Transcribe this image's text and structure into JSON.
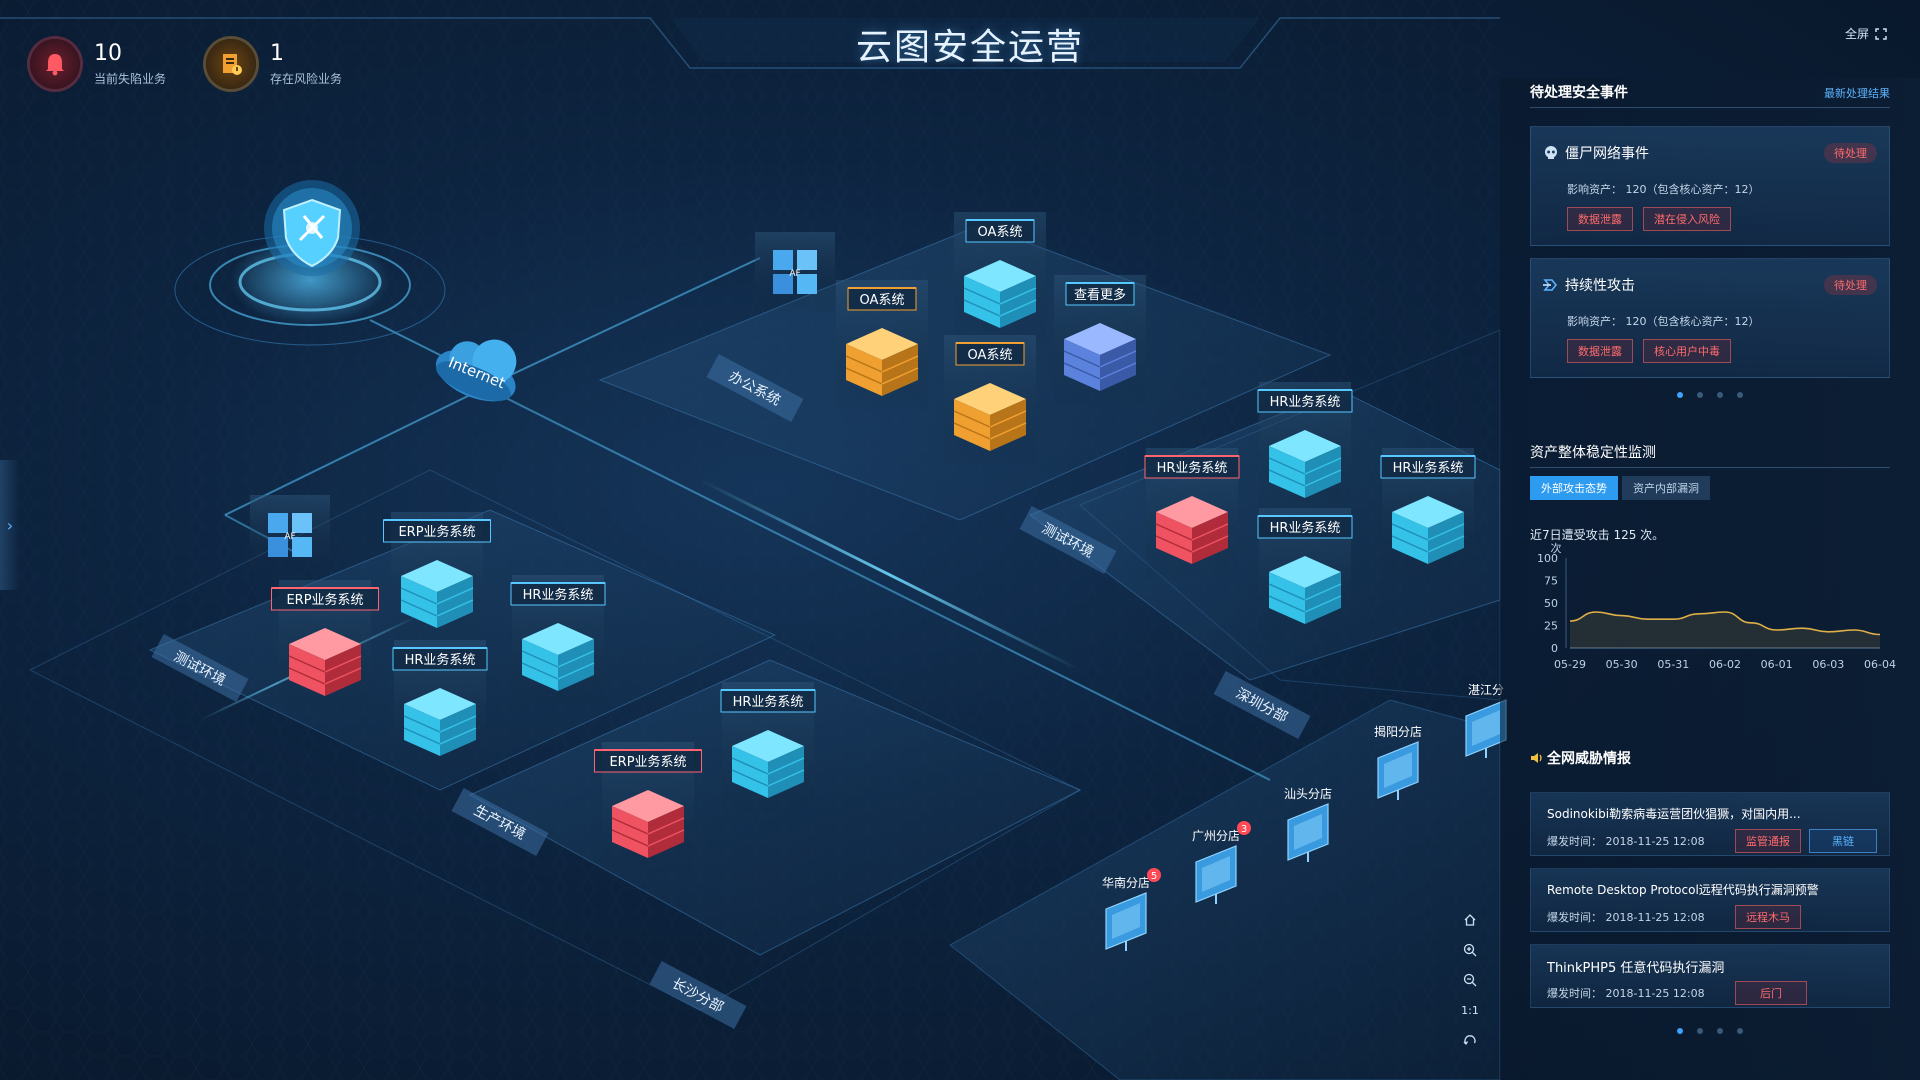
{
  "header": {
    "title": "云图安全运营",
    "fullscreen_label": "全屏",
    "stats": [
      {
        "value": "10",
        "label": "当前失陷业务"
      },
      {
        "value": "1",
        "label": "存在风险业务"
      }
    ]
  },
  "pending_events": {
    "title": "待处理安全事件",
    "link": "最新处理结果",
    "items": [
      {
        "title": "僵尸网络事件",
        "status": "待处理",
        "impact": "影响资产： 120（包含核心资产：12）",
        "tags": [
          "数据泄露",
          "潜在侵入风险"
        ]
      },
      {
        "title": "持续性攻击",
        "status": "待处理",
        "impact": "影响资产： 120（包含核心资产：12）",
        "tags": [
          "数据泄露",
          "核心用户中毒"
        ]
      }
    ],
    "pager_count": 4,
    "pager_active": 0
  },
  "stability": {
    "title": "资产整体稳定性监测",
    "tabs": [
      "外部攻击态势",
      "资产内部漏洞"
    ],
    "active_tab": 0,
    "caption": "近7日遭受攻击 125 次。"
  },
  "chart_data": {
    "type": "line",
    "title": "",
    "ylabel": "次",
    "xlabel": "",
    "ylim": [
      0,
      100
    ],
    "yticks": [
      0,
      25,
      50,
      75,
      100
    ],
    "categories": [
      "05-29",
      "05-30",
      "05-31",
      "06-02",
      "06-01",
      "06-03",
      "06-04"
    ],
    "x": [
      0,
      0.5,
      1,
      1.5,
      2,
      2.5,
      3,
      3.5,
      4,
      4.5,
      5,
      5.5,
      6
    ],
    "series": [
      {
        "values": [
          30,
          40,
          36,
          32,
          32,
          38,
          40,
          28,
          20,
          22,
          18,
          20,
          15
        ],
        "color": "#e0b048"
      }
    ],
    "grid": false
  },
  "threats": {
    "title": "全网威胁情报",
    "items": [
      {
        "title": "Sodinokibi勒索病毒运营团伙猖獗，对国内用...",
        "time_label": "爆发时间：",
        "time": "2018-11-25  12:08",
        "tags": [
          {
            "text": "监管通报",
            "kind": "red"
          },
          {
            "text": "黑链",
            "kind": "blue"
          }
        ]
      },
      {
        "title": "Remote Desktop Protocol远程代码执行漏洞预警",
        "time_label": "爆发时间：",
        "time": "2018-11-25  12:08",
        "tags": [
          {
            "text": "远程木马",
            "kind": "red"
          }
        ]
      },
      {
        "title": "ThinkPHP5 任意代码执行漏洞",
        "time_label": "爆发时间：",
        "time": "2018-11-25  12:08",
        "tags": [
          {
            "text": "后门",
            "kind": "red"
          }
        ]
      }
    ],
    "pager_count": 4,
    "pager_active": 0
  },
  "map": {
    "internet_label": "Internet",
    "af_label": "AF",
    "zones": [
      "办公系统",
      "测试环境",
      "测试环境",
      "生产环境",
      "长沙分部",
      "深圳分部"
    ],
    "nodes": [
      "OA系统",
      "OA系统",
      "OA系统",
      "查看更多",
      "HR业务系统",
      "HR业务系统",
      "HR业务系统",
      "HR业务系统",
      "ERP业务系统",
      "ERP业务系统",
      "HR业务系统",
      "HR业务系统",
      "ERP业务系统",
      "HR业务系统"
    ],
    "branches": [
      {
        "label": "华南分店",
        "badge": "5"
      },
      {
        "label": "广州分店",
        "badge": "3"
      },
      {
        "label": "汕头分店",
        "badge": ""
      },
      {
        "label": "揭阳分店",
        "badge": ""
      },
      {
        "label": "湛江分",
        "badge": ""
      }
    ],
    "controls": [
      "home-icon",
      "zoom-in-icon",
      "zoom-out-icon",
      "1:1",
      "reset-icon"
    ]
  },
  "colors": {
    "accent": "#2d9bf0",
    "danger": "#ff6b6b",
    "warn": "#e8a030",
    "cube_cyan": "#3fd0f0",
    "cube_orange": "#f0a030",
    "cube_red": "#f05060",
    "cube_blue": "#4a78d8"
  }
}
